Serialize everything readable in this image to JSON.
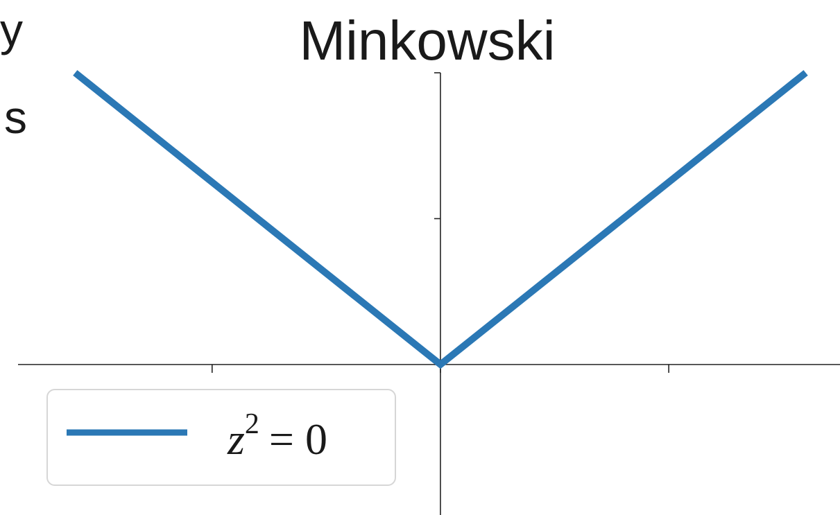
{
  "chart_data": {
    "type": "line",
    "title": "Minkowski",
    "xlabel": "",
    "ylabel": "",
    "xlim": [
      -1.85,
      1.75
    ],
    "ylim": [
      -0.65,
      1.26
    ],
    "x_ticks": [
      -1,
      0,
      1
    ],
    "y_ticks": [
      0,
      0.63,
      1.26
    ],
    "tick_labels_shown": false,
    "grid": false,
    "spines": "centered at origin",
    "legend_position": "lower-left",
    "series": [
      {
        "name": "z^2 = 0",
        "color": "#2b78b5",
        "x": [
          -1.6,
          0,
          1.6
        ],
        "y": [
          1.26,
          0,
          1.26
        ]
      }
    ]
  },
  "legend": {
    "variable": "z",
    "exponent": "2",
    "relation": "= 0"
  },
  "cut_off_text": {
    "top": "y",
    "middle": "s"
  }
}
